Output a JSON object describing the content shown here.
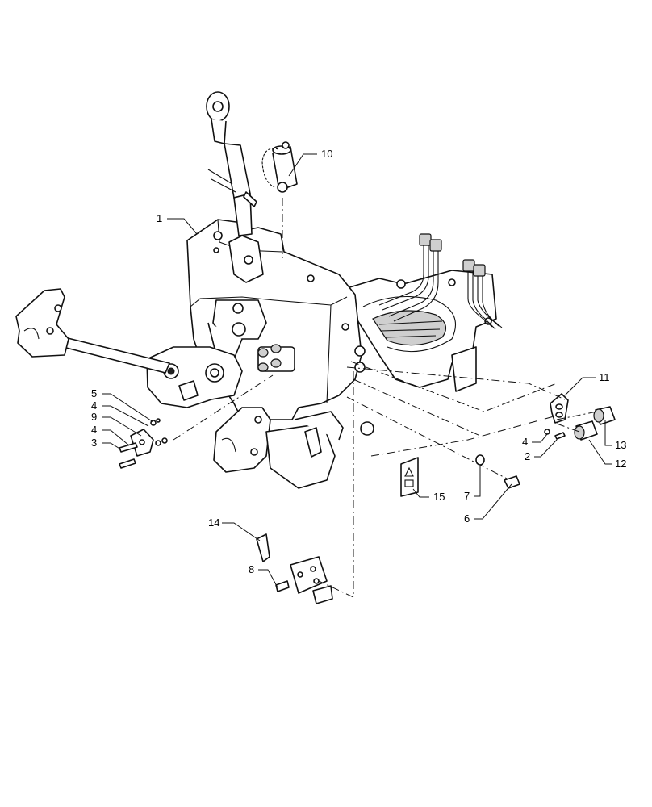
{
  "callouts": [
    {
      "id": "callout-1",
      "text": "1"
    },
    {
      "id": "callout-10",
      "text": "10"
    },
    {
      "id": "callout-5",
      "text": "5"
    },
    {
      "id": "callout-4a",
      "text": "4"
    },
    {
      "id": "callout-9",
      "text": "9"
    },
    {
      "id": "callout-4b",
      "text": "4"
    },
    {
      "id": "callout-3",
      "text": "3"
    },
    {
      "id": "callout-11",
      "text": "11"
    },
    {
      "id": "callout-4c",
      "text": "4"
    },
    {
      "id": "callout-2",
      "text": "2"
    },
    {
      "id": "callout-13",
      "text": "13"
    },
    {
      "id": "callout-12",
      "text": "12"
    },
    {
      "id": "callout-15",
      "text": "15"
    },
    {
      "id": "callout-7",
      "text": "7"
    },
    {
      "id": "callout-6",
      "text": "6"
    },
    {
      "id": "callout-14",
      "text": "14"
    },
    {
      "id": "callout-8",
      "text": "8"
    }
  ]
}
